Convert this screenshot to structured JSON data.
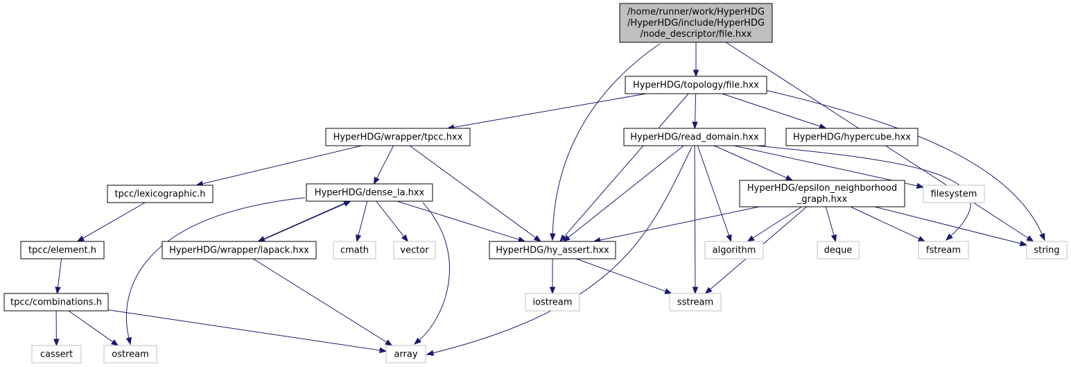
{
  "diagram": {
    "edge_color": "#191970",
    "root_fill": "#bfbfbf",
    "external_border": "#bfbfbf",
    "nodes": [
      {
        "id": "root",
        "kind": "root",
        "lines": [
          "/home/runner/work/HyperHDG",
          "/HyperHDG/include/HyperHDG",
          "/node_descriptor/file.hxx"
        ]
      },
      {
        "id": "topology",
        "kind": "internal",
        "lines": [
          "HyperHDG/topology/file.hxx"
        ]
      },
      {
        "id": "tpcc",
        "kind": "internal",
        "lines": [
          "HyperHDG/wrapper/tpcc.hxx"
        ]
      },
      {
        "id": "read_domain",
        "kind": "internal",
        "lines": [
          "HyperHDG/read_domain.hxx"
        ]
      },
      {
        "id": "hypercube",
        "kind": "internal",
        "lines": [
          "HyperHDG/hypercube.hxx"
        ]
      },
      {
        "id": "lexicographic",
        "kind": "internal",
        "lines": [
          "tpcc/lexicographic.h"
        ]
      },
      {
        "id": "dense_la",
        "kind": "internal",
        "lines": [
          "HyperHDG/dense_la.hxx"
        ]
      },
      {
        "id": "epsilon",
        "kind": "internal",
        "lines": [
          "HyperHDG/epsilon_neighborhood",
          "_graph.hxx"
        ]
      },
      {
        "id": "filesystem",
        "kind": "external",
        "lines": [
          "filesystem"
        ]
      },
      {
        "id": "element",
        "kind": "internal",
        "lines": [
          "tpcc/element.h"
        ]
      },
      {
        "id": "lapack",
        "kind": "internal",
        "lines": [
          "HyperHDG/wrapper/lapack.hxx"
        ]
      },
      {
        "id": "cmath",
        "kind": "external",
        "lines": [
          "cmath"
        ]
      },
      {
        "id": "vector",
        "kind": "external",
        "lines": [
          "vector"
        ]
      },
      {
        "id": "hy_assert",
        "kind": "internal",
        "lines": [
          "HyperHDG/hy_assert.hxx"
        ]
      },
      {
        "id": "algorithm",
        "kind": "external",
        "lines": [
          "algorithm"
        ]
      },
      {
        "id": "deque",
        "kind": "external",
        "lines": [
          "deque"
        ]
      },
      {
        "id": "fstream",
        "kind": "external",
        "lines": [
          "fstream"
        ]
      },
      {
        "id": "string",
        "kind": "external",
        "lines": [
          "string"
        ]
      },
      {
        "id": "combinations",
        "kind": "internal",
        "lines": [
          "tpcc/combinations.h"
        ]
      },
      {
        "id": "iostream",
        "kind": "external",
        "lines": [
          "iostream"
        ]
      },
      {
        "id": "sstream",
        "kind": "external",
        "lines": [
          "sstream"
        ]
      },
      {
        "id": "cassert",
        "kind": "external",
        "lines": [
          "cassert"
        ]
      },
      {
        "id": "ostream",
        "kind": "external",
        "lines": [
          "ostream"
        ]
      },
      {
        "id": "array",
        "kind": "external",
        "lines": [
          "array"
        ]
      }
    ],
    "edges": [
      [
        "root",
        "topology"
      ],
      [
        "root",
        "hy_assert"
      ],
      [
        "root",
        "string"
      ],
      [
        "topology",
        "tpcc"
      ],
      [
        "topology",
        "read_domain"
      ],
      [
        "topology",
        "hypercube"
      ],
      [
        "topology",
        "hy_assert"
      ],
      [
        "topology",
        "string"
      ],
      [
        "tpcc",
        "lexicographic"
      ],
      [
        "tpcc",
        "dense_la"
      ],
      [
        "tpcc",
        "hy_assert"
      ],
      [
        "read_domain",
        "hy_assert"
      ],
      [
        "read_domain",
        "epsilon"
      ],
      [
        "read_domain",
        "filesystem"
      ],
      [
        "read_domain",
        "fstream"
      ],
      [
        "read_domain",
        "algorithm"
      ],
      [
        "read_domain",
        "sstream"
      ],
      [
        "read_domain",
        "array"
      ],
      [
        "lexicographic",
        "element"
      ],
      [
        "element",
        "combinations"
      ],
      [
        "combinations",
        "cassert"
      ],
      [
        "combinations",
        "ostream"
      ],
      [
        "combinations",
        "array"
      ],
      [
        "dense_la",
        "lapack"
      ],
      [
        "lapack",
        "dense_la"
      ],
      [
        "dense_la",
        "cmath"
      ],
      [
        "dense_la",
        "vector"
      ],
      [
        "dense_la",
        "hy_assert"
      ],
      [
        "dense_la",
        "ostream"
      ],
      [
        "dense_la",
        "array"
      ],
      [
        "lapack",
        "array"
      ],
      [
        "epsilon",
        "hy_assert"
      ],
      [
        "epsilon",
        "algorithm"
      ],
      [
        "epsilon",
        "deque"
      ],
      [
        "epsilon",
        "fstream"
      ],
      [
        "epsilon",
        "string"
      ],
      [
        "epsilon",
        "sstream"
      ],
      [
        "hy_assert",
        "iostream"
      ],
      [
        "hy_assert",
        "sstream"
      ]
    ]
  }
}
